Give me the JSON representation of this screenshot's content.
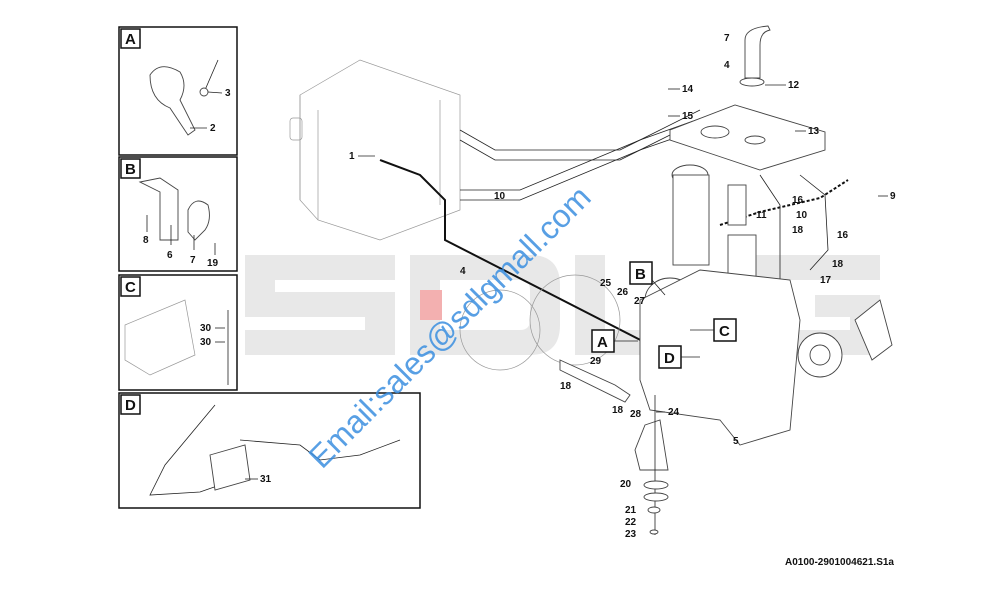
{
  "watermark_logo": "SDLG",
  "watermark_email": "Email:sales@sdlgmall.com",
  "drawing_code": "A0100-2901004621.S1a",
  "detail_panels": {
    "A": {
      "title": "A",
      "callouts": [
        "3",
        "2"
      ]
    },
    "B": {
      "title": "B",
      "callouts": [
        "8",
        "6",
        "7",
        "19"
      ]
    },
    "C": {
      "title": "C",
      "callouts": [
        "30",
        "30"
      ]
    },
    "D": {
      "title": "D",
      "callouts": [
        "31"
      ]
    }
  },
  "main_callouts": [
    "1",
    "4",
    "10",
    "7",
    "4",
    "12",
    "14",
    "15",
    "13",
    "9",
    "16",
    "10",
    "18",
    "11",
    "16",
    "18",
    "17",
    "25",
    "26",
    "27",
    "29",
    "18",
    "18",
    "28",
    "24",
    "5",
    "20",
    "21",
    "22",
    "23"
  ],
  "view_markers": [
    "A",
    "B",
    "C",
    "D"
  ]
}
